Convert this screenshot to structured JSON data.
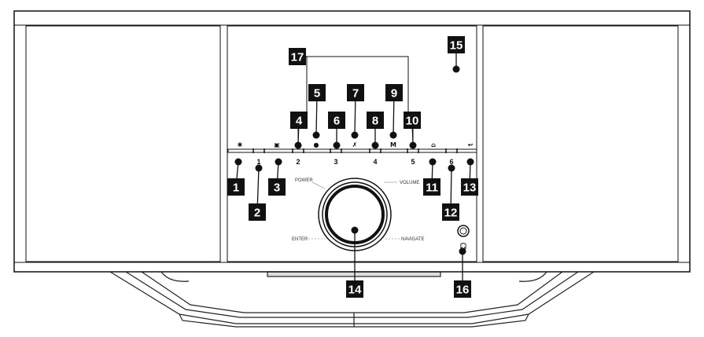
{
  "button_numbers": [
    "1",
    "2",
    "3",
    "4",
    "5",
    "6"
  ],
  "button_icons": [
    {
      "name": "settings-icon",
      "glyph": "✱"
    },
    {
      "name": "save-icon",
      "glyph": "▣"
    },
    {
      "name": "info-icon",
      "glyph": "●"
    },
    {
      "name": "mute-icon",
      "glyph": "✗"
    },
    {
      "name": "memory-icon",
      "glyph": "M"
    },
    {
      "name": "home-icon",
      "glyph": "⌂"
    },
    {
      "name": "back-icon",
      "glyph": "↩"
    }
  ],
  "knob_labels": {
    "power": "POWER",
    "volume": "VOLUME",
    "enter": "ENTER",
    "navigate": "NAVIGATE"
  },
  "callouts": [
    "1",
    "2",
    "3",
    "4",
    "5",
    "6",
    "7",
    "8",
    "9",
    "10",
    "11",
    "12",
    "13",
    "14",
    "15",
    "16",
    "17"
  ]
}
